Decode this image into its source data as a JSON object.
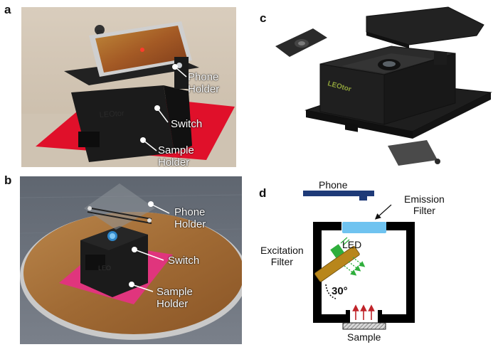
{
  "panels": {
    "a": {
      "letter": "a",
      "labels": {
        "phone_holder_1": "Phone",
        "phone_holder_2": "Holder",
        "switch": "Switch",
        "sample_holder_1": "Sample",
        "sample_holder_2": "Holder"
      }
    },
    "b": {
      "letter": "b",
      "labels": {
        "phone_holder_1": "Phone",
        "phone_holder_2": "Holder",
        "switch": "Switch",
        "sample_holder_1": "Sample",
        "sample_holder_2": "Holder"
      }
    },
    "c": {
      "letter": "c"
    },
    "d": {
      "letter": "d",
      "labels": {
        "phone": "Phone",
        "emission_1": "Emission",
        "emission_2": "Filter",
        "excitation_1": "Excitation",
        "excitation_2": "Filter",
        "led": "LED",
        "angle": "30°",
        "sample": "Sample"
      }
    }
  },
  "colors": {
    "device_body": "#1b1b1b",
    "red_sheet": "#e0102a",
    "pink_sheet": "#e0357d",
    "emission_filter": "#6fc3f0",
    "excitation_filter": "#b8861b",
    "led": "#2fae3c",
    "arrows_red": "#c0242a",
    "phone_schematic": "#1e3a78"
  }
}
